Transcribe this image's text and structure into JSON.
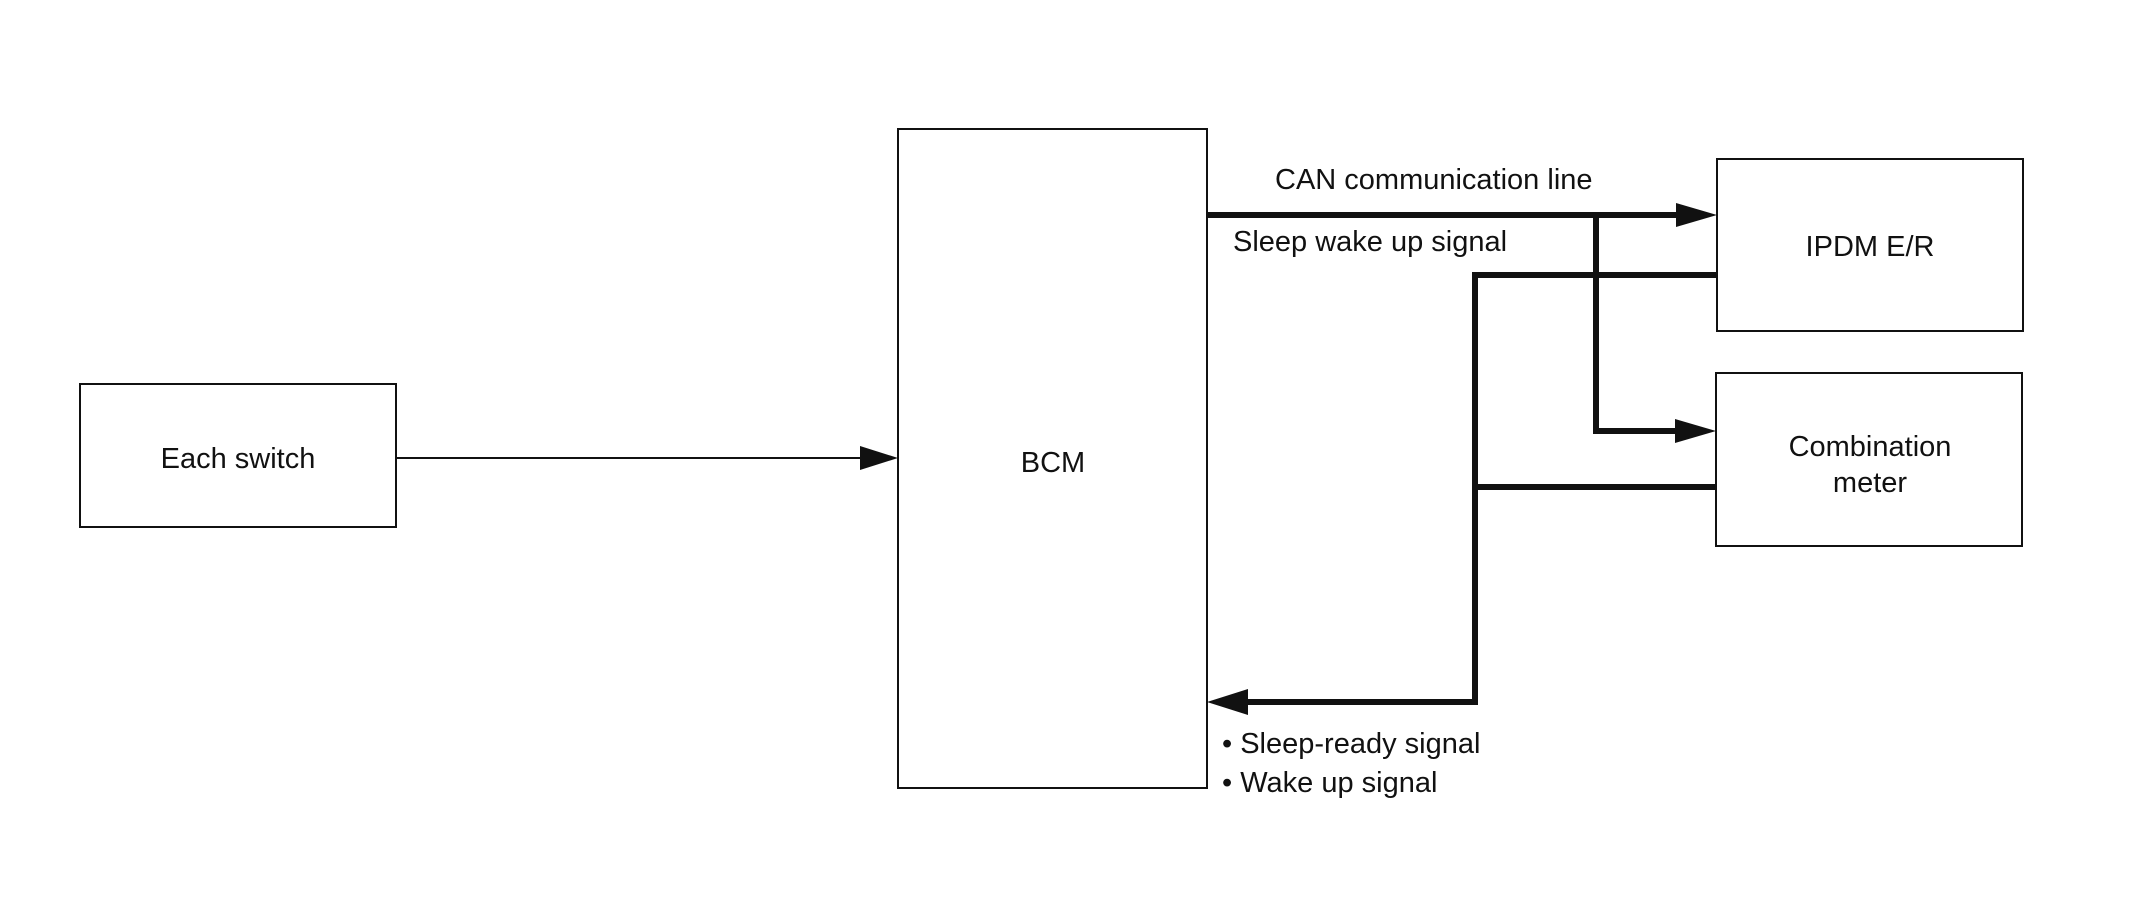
{
  "blocks": {
    "each_switch": "Each switch",
    "bcm": "BCM",
    "ipdm": "IPDM E/R",
    "combination_meter_line1": "Combination",
    "combination_meter_line2": "meter"
  },
  "signals": {
    "can_line": "CAN communication line",
    "sleep_wake_up": "Sleep wake up signal",
    "return_signal_1": "• Sleep-ready signal",
    "return_signal_2": "• Wake up signal"
  },
  "colors": {
    "line": "#111111",
    "background": "#ffffff"
  }
}
